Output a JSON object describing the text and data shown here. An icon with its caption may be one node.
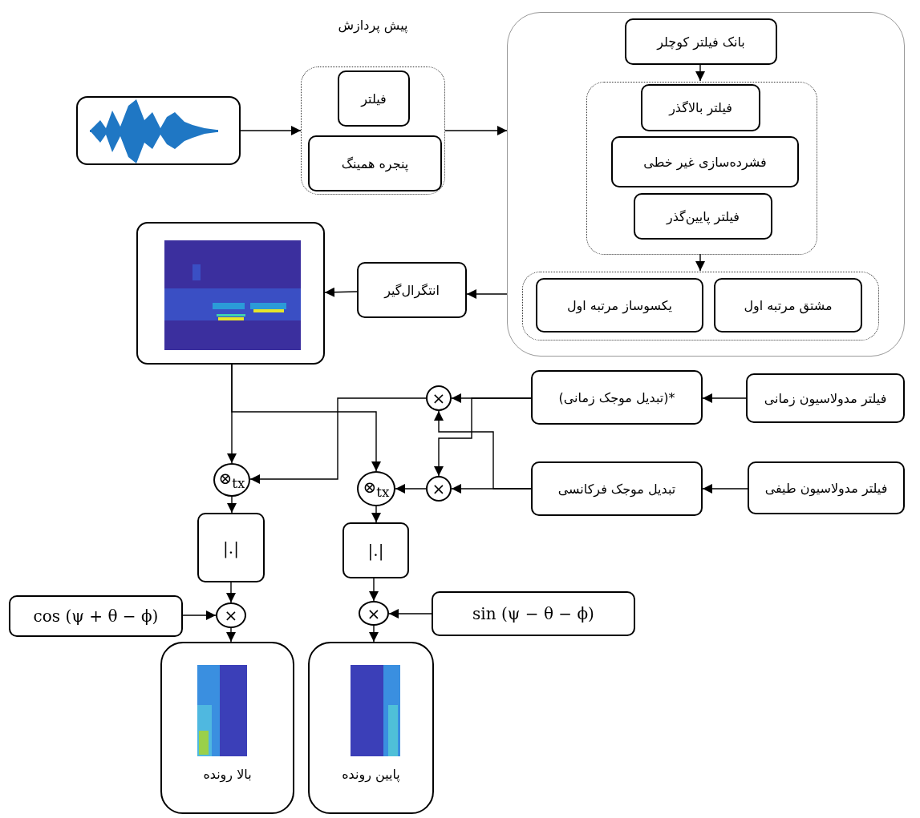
{
  "diagram": {
    "nodes": [
      {
        "text": [],
        "shape": "picture"
      },
      {
        "text": [
          "پیش پردازش"
        ]
      },
      {
        "text": [
          "فیلتر"
        ],
        "in": 1
      },
      {
        "text": [
          "پنجره همینگ"
        ],
        "in": 1
      },
      {
        "text": [],
        "shape": "box"
      },
      {
        "text": [
          "بانک فیلتر کوچلر"
        ],
        "in": 4
      },
      {
        "text": [],
        "shape": "box",
        "in": 4
      },
      {
        "text": [
          "فیلتر بالاگذر"
        ],
        "in": 6
      },
      {
        "text": [
          "فشرده‌سازی غیر خطی"
        ],
        "in": 6
      },
      {
        "text": [
          "فیلتر پایین‌گذر"
        ],
        "in": 6
      },
      {
        "text": [],
        "shape": "box",
        "in": 4
      },
      {
        "text": [
          "یکسوساز مرتبه اول"
        ],
        "in": 10
      },
      {
        "text": [
          "مشتق مرتبه اول"
        ],
        "in": 10
      },
      {
        "text": [],
        "shape": "picture"
      },
      {
        "text": [
          "انتگرال‌گیر"
        ]
      },
      {
        "text": [
          "*(تبدیل موجک زمانی)"
        ]
      },
      {
        "text": [
          "فیلتر مدولاسیون زمانی"
        ]
      },
      {
        "text": [
          "تبدیل موجک فرکانسی"
        ]
      },
      {
        "text": [
          "فیلتر مدولاسیون طیفی"
        ]
      },
      {
        "text": [
          "×"
        ]
      },
      {
        "text": [
          "⊗$_{tx}$"
        ]
      },
      {
        "text": [
          "×"
        ]
      },
      {
        "text": [
          "⊗$_{tx}$"
        ]
      },
      {
        "text": [
          "|.|"
        ]
      },
      {
        "text": [
          "|.|"
        ]
      },
      {
        "text": [
          "×"
        ]
      },
      {
        "text": [
          "cos (ψ + θ − ϕ)"
        ]
      },
      {
        "text": [
          "×"
        ]
      },
      {
        "text": [
          "sin (ψ − θ − ϕ)"
        ]
      },
      {
        "text": [
          "بالا رونده"
        ]
      },
      {
        "text": [
          "پایین رونده"
        ]
      }
    ],
    "edges": [
      {
        "from": 0,
        "to": 1,
        "arrow": "to"
      },
      {
        "from": 1,
        "to": 4,
        "arrow": "to"
      },
      {
        "from": 5,
        "to": 6,
        "arrow": "to"
      },
      {
        "from": 6,
        "to": 10,
        "arrow": "to"
      },
      {
        "from": 4,
        "to": 14,
        "arrow": "to"
      },
      {
        "from": 14,
        "to": 13,
        "arrow": "to"
      },
      {
        "from": 16,
        "to": 15,
        "arrow": "to"
      },
      {
        "from": 18,
        "to": 17,
        "arrow": "to"
      },
      {
        "from": 15,
        "to": 19,
        "arrow": "to"
      },
      {
        "from": 13,
        "to": 20,
        "arrow": "to"
      },
      {
        "from": 13,
        "to": 22,
        "arrow": "to"
      },
      {
        "from": 19,
        "to": 20,
        "arrow": "to"
      },
      {
        "from": 15,
        "to": 21,
        "arrow": "to"
      },
      {
        "from": 17,
        "to": 19,
        "arrow": "to"
      },
      {
        "from": 17,
        "to": 21,
        "arrow": "to"
      },
      {
        "from": 21,
        "to": 22,
        "arrow": "to"
      },
      {
        "from": 20,
        "to": 23,
        "arrow": "to"
      },
      {
        "from": 22,
        "to": 24,
        "arrow": "to"
      },
      {
        "from": 23,
        "to": 25,
        "arrow": "to"
      },
      {
        "from": 24,
        "to": 27,
        "arrow": "to"
      },
      {
        "from": 26,
        "to": 25,
        "arrow": "to"
      },
      {
        "from": 28,
        "to": 27,
        "arrow": "to"
      },
      {
        "from": 25,
        "to": 29,
        "arrow": "to"
      },
      {
        "from": 27,
        "to": 30,
        "arrow": "to"
      }
    ]
  }
}
